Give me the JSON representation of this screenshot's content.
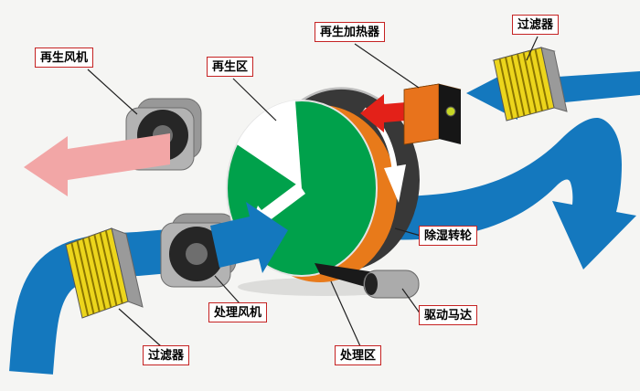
{
  "diagram": {
    "labels": {
      "regen_fan": "再生风机",
      "regen_zone": "再生区",
      "regen_heater": "再生加热器",
      "filter_top": "过滤器",
      "desiccant_wheel": "除湿转轮",
      "drive_motor": "驱动马达",
      "process_fan": "处理风机",
      "process_zone": "处理区",
      "filter_bottom": "过滤器"
    },
    "colors": {
      "process_air_blue": "#1478be",
      "regen_exhaust_pink": "#f2a6a6",
      "hot_air_red": "#e32119",
      "wheel_green": "#00a14b",
      "heater_orange": "#e8731c",
      "filter_yellow": "#ecd51c",
      "label_border_red": "#c52222",
      "background": "#f5f5f3"
    }
  }
}
